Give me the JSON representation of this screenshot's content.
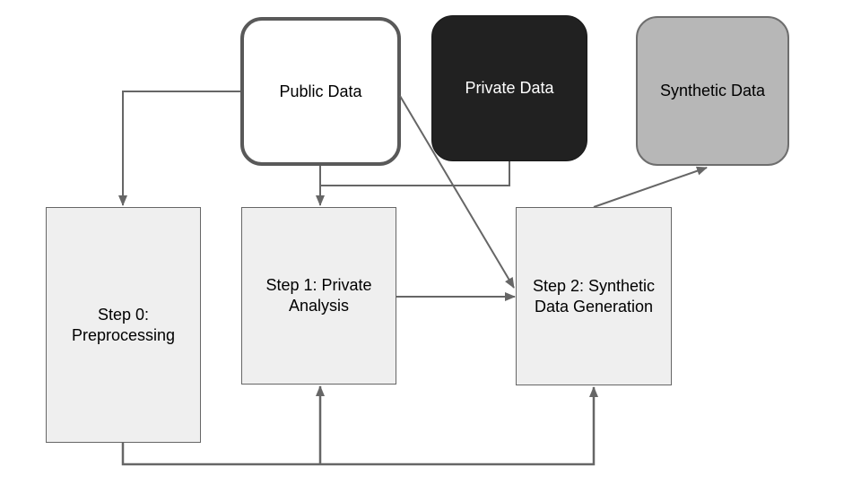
{
  "diagram": {
    "background": "#ffffff",
    "connector_color": "#666666",
    "nodes": {
      "public_data": {
        "label": "Public Data",
        "shape": "rounded-square",
        "fill": "#ffffff",
        "border": "#595959",
        "text_color": "#000000"
      },
      "private_data": {
        "label": "Private Data",
        "shape": "rounded-square",
        "fill": "#212121",
        "border": "#1a1a1a",
        "text_color": "#ffffff"
      },
      "synthetic_data": {
        "label": "Synthetic Data",
        "shape": "rounded-square",
        "fill": "#b7b7b7",
        "border": "#6e6e6e",
        "text_color": "#000000"
      },
      "step0": {
        "label": "Step 0: Preprocessing",
        "shape": "rect",
        "fill": "#efefef",
        "border": "#666666",
        "text_color": "#000000"
      },
      "step1": {
        "label": "Step 1: Private Analysis",
        "shape": "rect",
        "fill": "#efefef",
        "border": "#666666",
        "text_color": "#000000"
      },
      "step2": {
        "label": "Step 2: Synthetic Data Generation",
        "shape": "rect",
        "fill": "#efefef",
        "border": "#666666",
        "text_color": "#000000"
      }
    },
    "edges": [
      {
        "from": "public_data",
        "to": "step0",
        "arrow": true,
        "route": "left-then-down"
      },
      {
        "from": "public_data",
        "to": "step1",
        "arrow": true,
        "route": "straight-down"
      },
      {
        "from": "private_data",
        "to": "step1",
        "arrow": true,
        "route": "down-left-merge-into-public-step1-line"
      },
      {
        "from": "public_data",
        "to": "step2",
        "arrow": true,
        "route": "diagonal"
      },
      {
        "from": "step1",
        "to": "step2",
        "arrow": true,
        "route": "horizontal"
      },
      {
        "from": "step2",
        "to": "synthetic_data",
        "arrow": true,
        "route": "diagonal-up-right"
      },
      {
        "from": "step0",
        "to": "step1",
        "arrow": true,
        "route": "bottom-feedback-line"
      },
      {
        "from": "step0",
        "to": "step2",
        "arrow": true,
        "route": "bottom-feedback-line"
      }
    ]
  }
}
